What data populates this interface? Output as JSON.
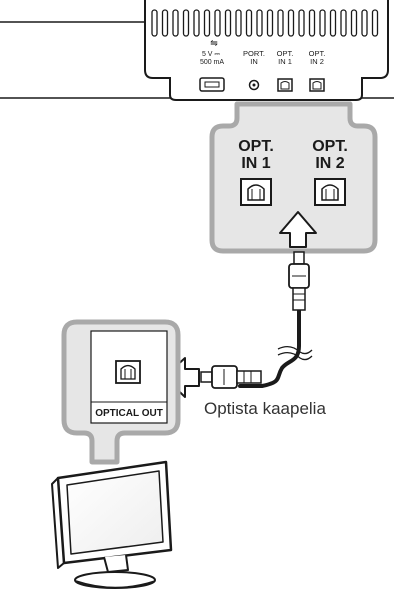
{
  "panel": {
    "usb_label": "5 V ⎓",
    "usb_label_2": "500 mA",
    "port_label_1": "PORT.",
    "port_label_2": "IN",
    "opt1_label_1": "OPT.",
    "opt1_label_2": "IN 1",
    "opt2_label_1": "OPT.",
    "opt2_label_2": "IN 2"
  },
  "zoom": {
    "opt1_line1": "OPT.",
    "opt1_line2": "IN 1",
    "opt2_line1": "OPT.",
    "opt2_line2": "IN 2"
  },
  "tv": {
    "optical_out_label": "OPTICAL OUT"
  },
  "cable_caption": "Optista kaapelia",
  "colors": {
    "callout_fill": "#e6e6e6",
    "callout_stroke": "#a9a9a9",
    "ink": "#1a1a1a"
  }
}
